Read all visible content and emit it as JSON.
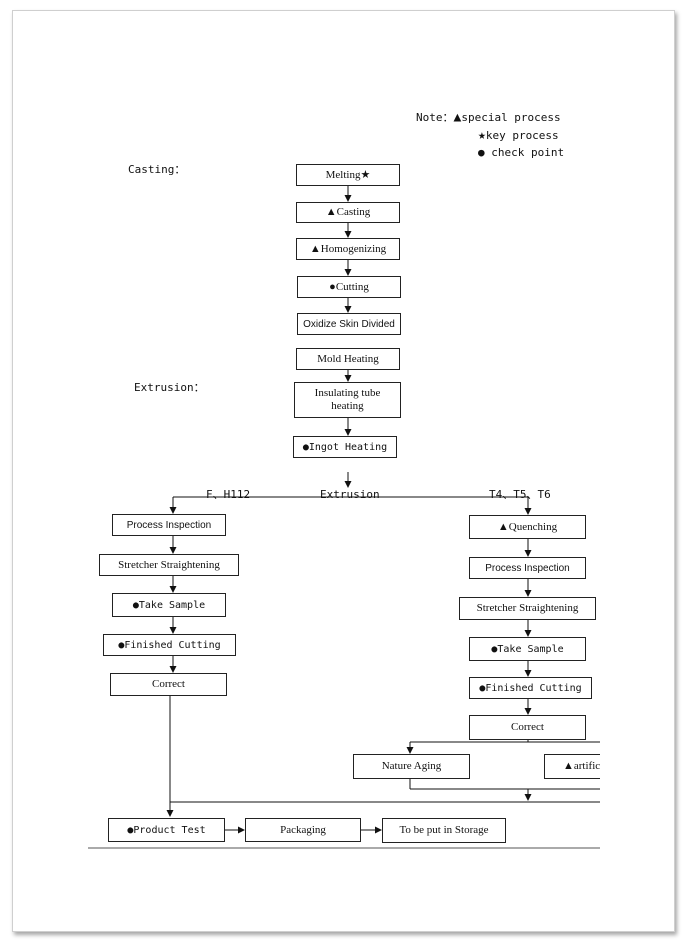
{
  "legend": [
    {
      "prefix": "Note：",
      "symbol": "▲",
      "text": "special process"
    },
    {
      "symbol": "★",
      "text": "key process"
    },
    {
      "symbol": "●",
      "text": "check point"
    }
  ],
  "sections": {
    "casting": "Casting：",
    "extrusion": "Extrusion："
  },
  "steps": {
    "melting": "Melting★",
    "casting": "▲Casting",
    "homogenizing": "▲Homogenizing",
    "cutting": "●Cutting",
    "oxidize": "Oxidize Skin Divided",
    "mold_heating": "Mold Heating",
    "insulating": "Insulating tube heating",
    "ingot_heating": "●Ingot Heating"
  },
  "branches": {
    "left": "F、H112",
    "center": "Extrusion",
    "right": "T4、T5、T6"
  },
  "left_column": [
    "Process Inspection",
    "Stretcher Straightening",
    "●Take Sample",
    "●Finished Cutting",
    "Correct"
  ],
  "right_column": [
    "▲Quenching",
    "Process Inspection",
    "Stretcher Straightening",
    "●Take Sample",
    "●Finished Cutting",
    "Correct"
  ],
  "aging": {
    "nature": "Nature Aging",
    "artificial": "▲artifici"
  },
  "final": {
    "product_test": "●Product Test",
    "packaging": "Packaging",
    "storage": "To be put in Storage"
  }
}
